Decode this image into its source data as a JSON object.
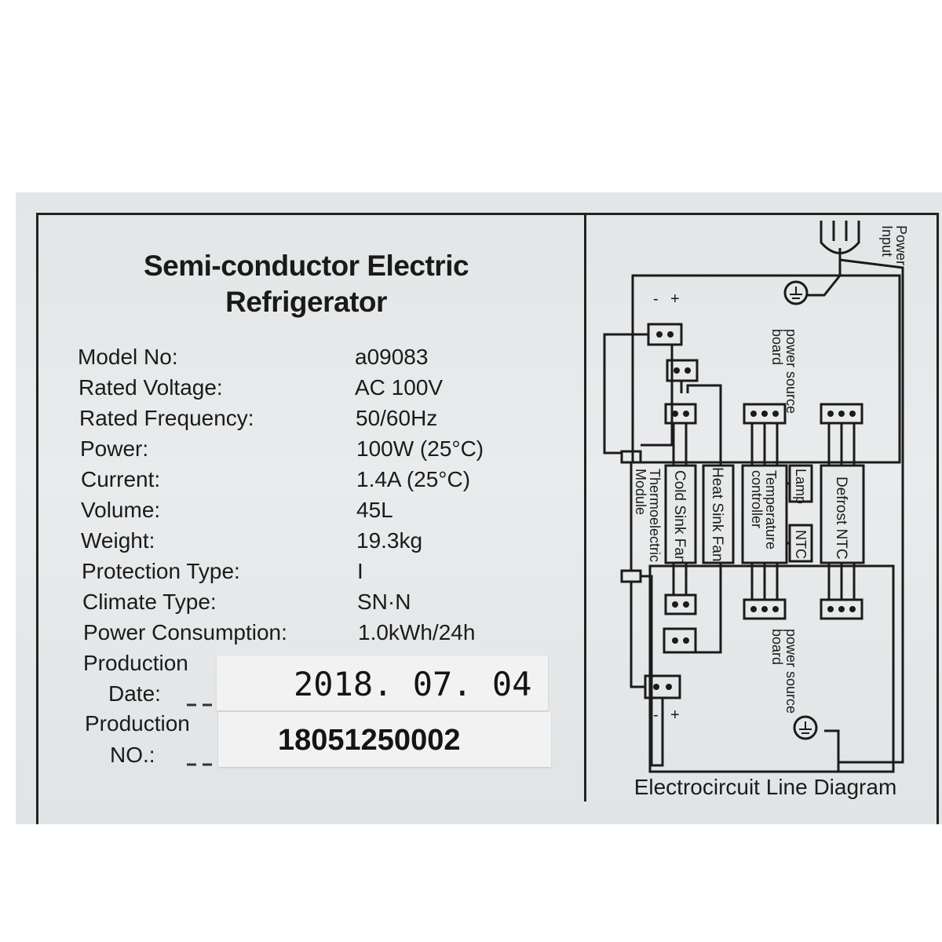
{
  "label": {
    "title_line1": "Semi-conductor Electric",
    "title_line2": "Refrigerator",
    "specs": [
      {
        "label": "Model No:",
        "value": "a09083"
      },
      {
        "label": "Rated Voltage:",
        "value": "AC 100V"
      },
      {
        "label": "Rated Frequency:",
        "value": "50/60Hz"
      },
      {
        "label": "Power:",
        "value": "100W (25°C)"
      },
      {
        "label": "Current:",
        "value": "1.4A (25°C)"
      },
      {
        "label": "Volume:",
        "value": "45L"
      },
      {
        "label": "Weight:",
        "value": "19.3kg"
      },
      {
        "label": "Protection Type:",
        "value": "I"
      },
      {
        "label": "Climate Type:",
        "value": "SN·N"
      },
      {
        "label": "Power Consumption:",
        "value": "1.0kWh/24h"
      }
    ],
    "production_date_label_1": "Production",
    "production_date_label_2": "Date:",
    "production_date_value": "2018. 07. 04",
    "production_no_label_1": "Production",
    "production_no_label_2": "NO.:",
    "production_no_value": "18051250002"
  },
  "diagram": {
    "caption": "Electrocircuit Line Diagram",
    "power_input_1": "Power",
    "power_input_2": "Input",
    "psb_top_1": "power source",
    "psb_top_2": "board",
    "psb_bottom_1": "power source",
    "psb_bottom_2": "board",
    "thermo_1": "Thermoelectric",
    "thermo_2": "Module",
    "cold_fan": "Cold Sink Fan",
    "heat_fan": "Heat Sink Fan",
    "temp_ctrl_1": "Temperature",
    "temp_ctrl_2": "controller",
    "lamp": "Lamp",
    "ntc": "NTC",
    "defrost": "Defrost NTC",
    "minus": "-",
    "plus": "+"
  }
}
